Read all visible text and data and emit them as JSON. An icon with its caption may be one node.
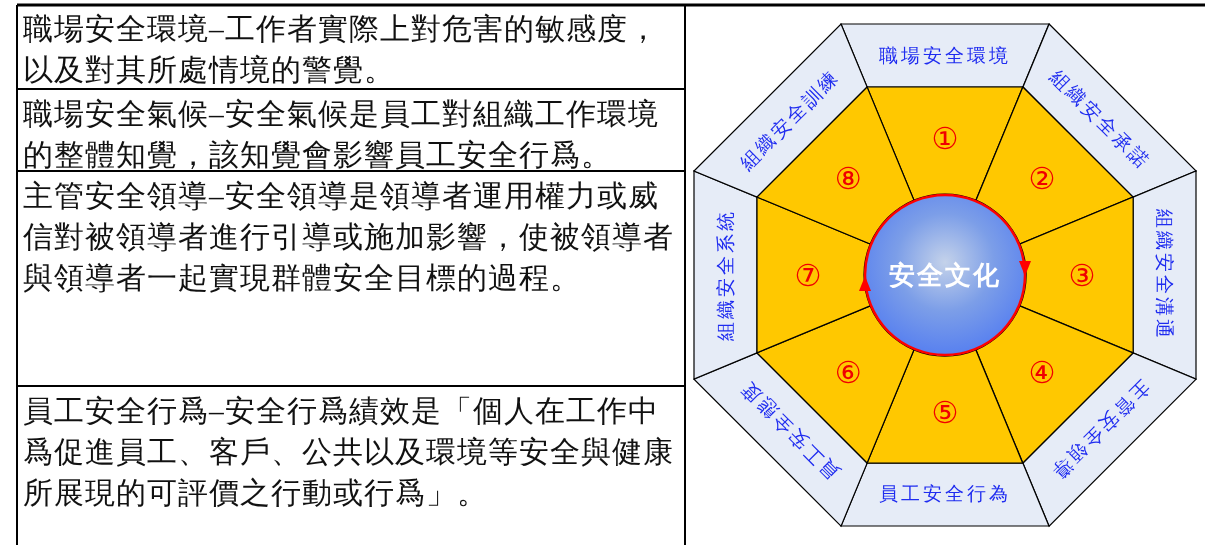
{
  "diagram": {
    "nodes": [
      {
        "text": [
          "職場安全環境"
        ]
      },
      {
        "text": [
          "組織安全承諾"
        ]
      },
      {
        "text": [
          "組織安全溝通"
        ]
      },
      {
        "text": [
          "主管安全領導"
        ]
      },
      {
        "text": [
          "員工安全行為"
        ]
      },
      {
        "text": [
          "員工安全態度"
        ]
      },
      {
        "text": [
          "組織安全系統"
        ]
      },
      {
        "text": [
          "組織安全訓練"
        ]
      },
      {
        "text": [
          "①"
        ]
      },
      {
        "text": [
          "②"
        ]
      },
      {
        "text": [
          "③"
        ]
      },
      {
        "text": [
          "④"
        ]
      },
      {
        "text": [
          "⑤"
        ]
      },
      {
        "text": [
          "⑥"
        ]
      },
      {
        "text": [
          "⑦"
        ]
      },
      {
        "text": [
          "⑧"
        ]
      },
      {
        "text": [
          "安全文化"
        ]
      }
    ],
    "labels": [
      "職場安全環境–工作者實際上對危害的敏感度，以及對其所處情境的警覺。",
      "職場安全氣候–安全氣候是員工對組織工作環境的整體知覺，該知覺會影響員工安全行爲。",
      "主管安全領導–安全領導是領導者運用權力或威信對被領導者進行引導或施加影響，使被領導者與領導者一起實現群體安全目標的過程。",
      "員工安全行爲–安全行爲績效是「個人在工作中爲促進員工、客戶、公共以及環境等安全與健康所展現的可評價之行動或行爲」。"
    ]
  }
}
